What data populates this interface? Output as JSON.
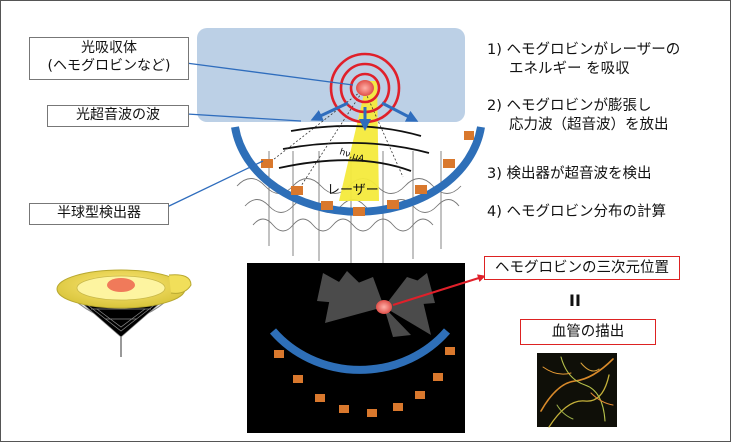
{
  "labels": {
    "absorber_line1": "光吸収体",
    "absorber_line2": "(ヘモグロビンなど)",
    "pa_wave": "光超音波の波",
    "detector": "半球型検出器",
    "laser": "レーザー",
    "hb_position": "ヘモグロビンの三次元位置",
    "equals": "II",
    "vessel": "血管の描出"
  },
  "steps": [
    {
      "line1": "1) ヘモグロビンがレーザーの",
      "line2": "エネルギー を吸収"
    },
    {
      "line1": "2) ヘモグロビンが膨張し",
      "line2": "応力波（超音波）を放出"
    },
    {
      "line1": "3) 検出器が超音波を検出",
      "line2": ""
    },
    {
      "line1": "4) ヘモグロビン分布の計算",
      "line2": ""
    }
  ],
  "colors": {
    "tissue": "#bcd0e6",
    "arc_blue": "#2e6fb8",
    "sensor_orange": "#d9782d",
    "laser_yellow": "#f4ea3c",
    "ripple_red": "#e0202a",
    "arrow_blue": "#2f6dbd",
    "label_red": "#d22222"
  }
}
